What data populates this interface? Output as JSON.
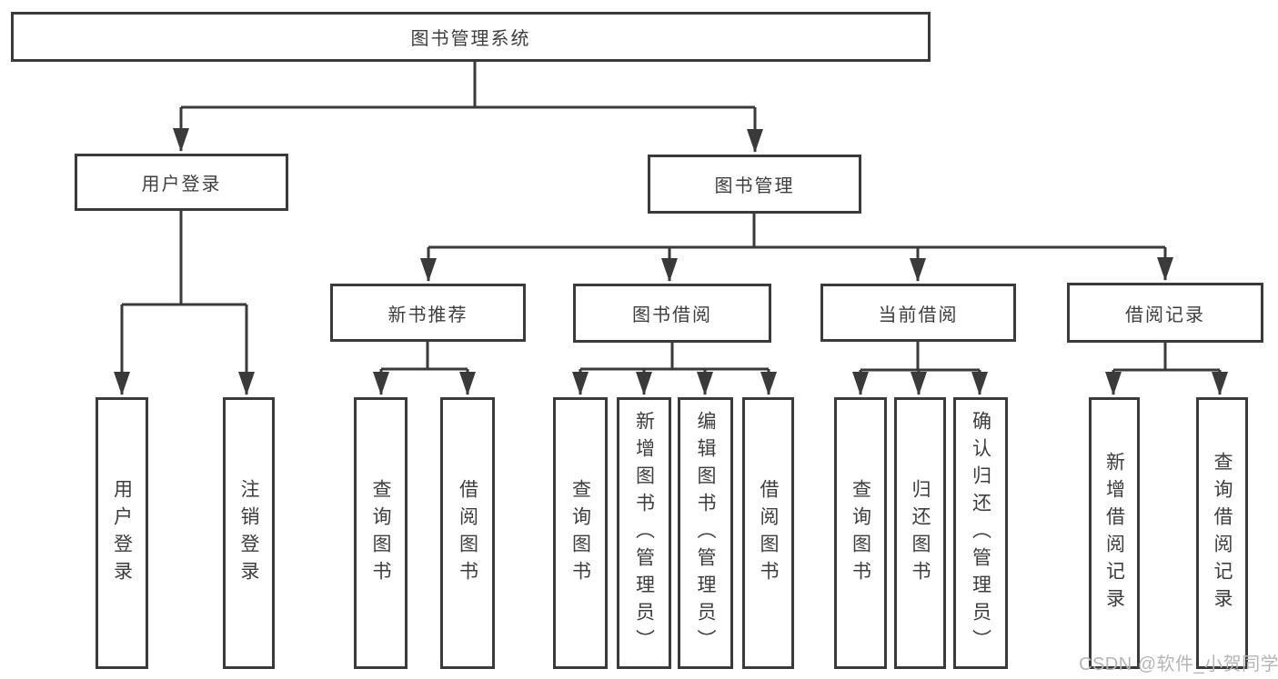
{
  "root": {
    "label": "图书管理系统"
  },
  "branches": [
    {
      "label": "用户登录",
      "children": [
        {
          "label": "用户登录"
        },
        {
          "label": "注销登录"
        }
      ]
    },
    {
      "label": "图书管理",
      "children": [
        {
          "label": "新书推荐",
          "children": [
            {
              "label": "查询图书"
            },
            {
              "label": "借阅图书"
            }
          ]
        },
        {
          "label": "图书借阅",
          "children": [
            {
              "label": "查询图书"
            },
            {
              "label": "新增图书（管理员）"
            },
            {
              "label": "编辑图书（管理员）"
            },
            {
              "label": "借阅图书"
            }
          ]
        },
        {
          "label": "当前借阅",
          "children": [
            {
              "label": "查询图书"
            },
            {
              "label": "归还图书"
            },
            {
              "label": "确认归还（管理员）"
            }
          ]
        },
        {
          "label": "借阅记录",
          "children": [
            {
              "label": "新增借阅记录"
            },
            {
              "label": "查询借阅记录"
            }
          ]
        }
      ]
    }
  ],
  "watermark": {
    "text": "CSDN @软件_小贺同学"
  },
  "colors": {
    "line": "#3a3a3a",
    "box_border": "#3a3a3a",
    "text": "#3d3d3d",
    "watermark": "#b5b5b5",
    "background": "#ffffff"
  }
}
